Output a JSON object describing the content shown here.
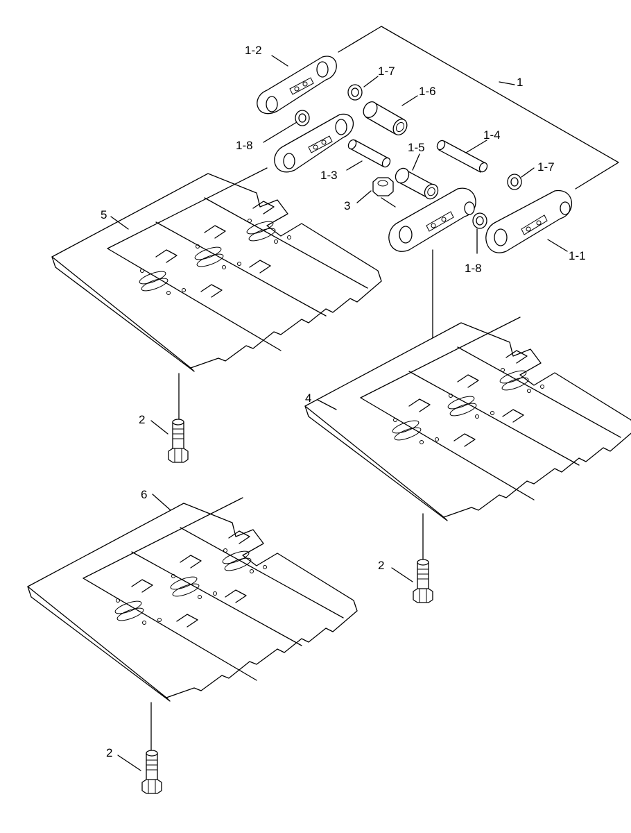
{
  "diagram": {
    "labels": {
      "l1": "1",
      "l1_1": "1-1",
      "l1_2": "1-2",
      "l1_3": "1-3",
      "l1_4": "1-4",
      "l1_5": "1-5",
      "l1_6": "1-6",
      "l1_7a": "1-7",
      "l1_7b": "1-7",
      "l1_8a": "1-8",
      "l1_8b": "1-8",
      "l2a": "2",
      "l2b": "2",
      "l2c": "2",
      "l3": "3",
      "l4": "4",
      "l5": "5",
      "l6": "6"
    }
  }
}
